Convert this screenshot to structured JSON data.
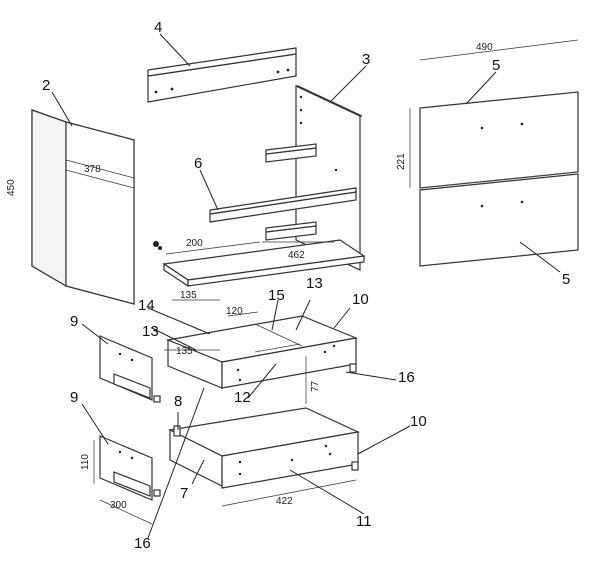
{
  "callouts": {
    "c2": "2",
    "c3": "3",
    "c4": "4",
    "c5a": "5",
    "c5b": "5",
    "c6": "6",
    "c7": "7",
    "c8": "8",
    "c9a": "9",
    "c9b": "9",
    "c10a": "10",
    "c10b": "10",
    "c11": "11",
    "c12": "12",
    "c13a": "13",
    "c13b": "13",
    "c14": "14",
    "c15": "15",
    "c16a": "16",
    "c16b": "16"
  },
  "dimensions": {
    "d450": "450",
    "d378": "378",
    "d490": "490",
    "d221": "221",
    "d200": "200",
    "d462": "462",
    "d135a": "135",
    "d135b": "135",
    "d120": "120",
    "d77": "77",
    "d110": "110",
    "d300": "300",
    "d422": "422"
  }
}
